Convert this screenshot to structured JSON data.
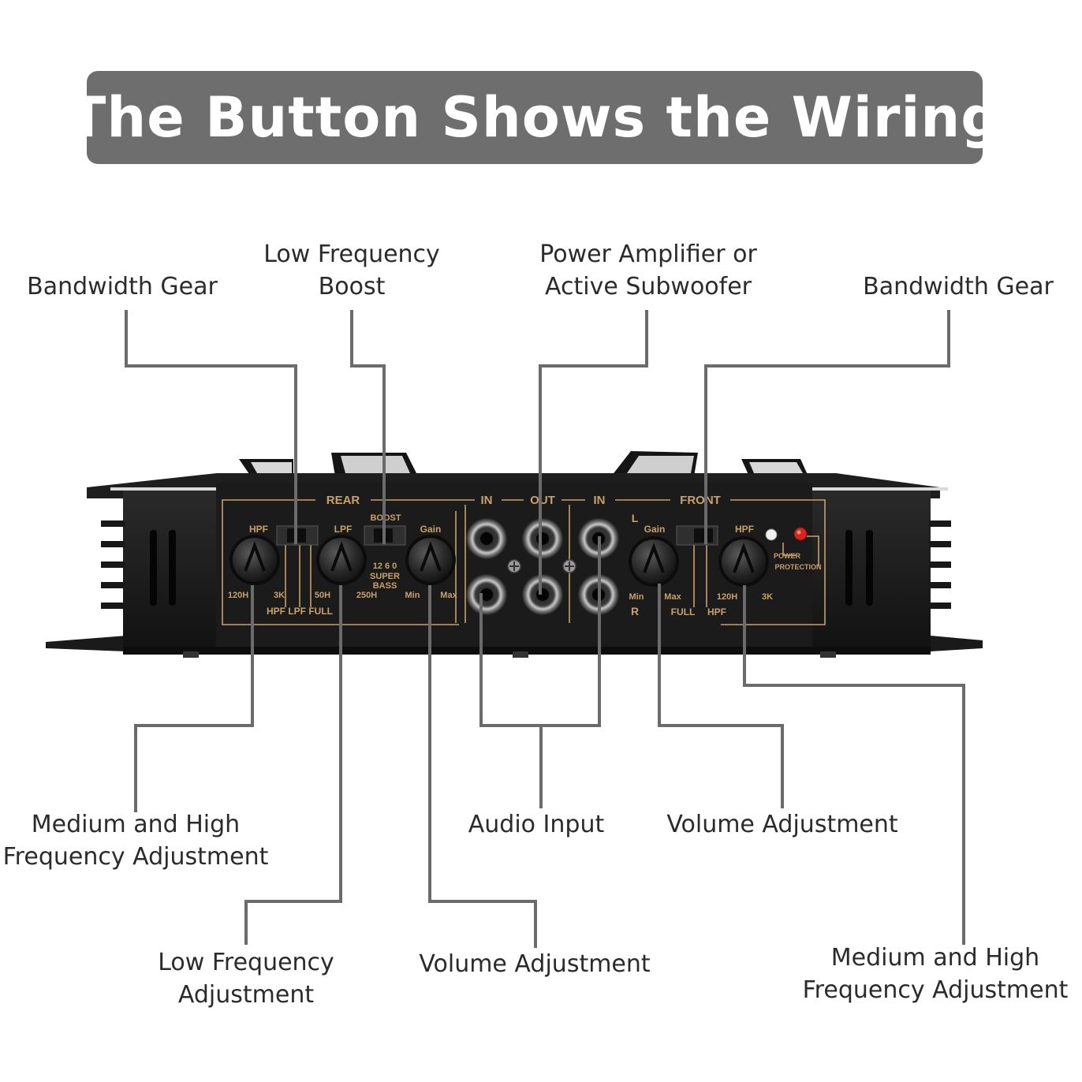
{
  "banner": {
    "title": "The Button Shows the Wiring"
  },
  "callouts": {
    "bandwidth_gear_left": "Bandwidth Gear",
    "low_freq_boost": [
      "Low Frequency",
      "Boost"
    ],
    "power_amp": [
      "Power Amplifier or",
      "Active Subwoofer"
    ],
    "bandwidth_gear_right": "Bandwidth Gear",
    "mid_high_left": [
      "Medium and High",
      "Frequency Adjustment"
    ],
    "audio_input": "Audio Input",
    "volume_right": "Volume Adjustment",
    "low_freq_adj": [
      "Low Frequency",
      "Adjustment"
    ],
    "volume_center": "Volume Adjustment",
    "mid_high_right": [
      "Medium and High",
      "Frequency Adjustment"
    ]
  },
  "panel": {
    "rear": "REAR",
    "in_1": "IN",
    "out": "OUT",
    "in_2": "IN",
    "front": "FRONT",
    "hpf_1": "HPF",
    "lpf": "LPF",
    "boost": "BOOST",
    "gain_1": "Gain",
    "freq_120h_1": "120H",
    "freq_3k_1": "3K",
    "switch_hpf_lpf_full": "HPF LPF FULL",
    "freq_50h": "50H",
    "freq_250h": "250H",
    "boost_levels": "12 6 0",
    "super": "SUPER",
    "bass": "BASS",
    "min_1": "Min",
    "max_1": "Max",
    "ch_l": "L",
    "ch_r": "R",
    "gain_2": "Gain",
    "min_2": "Min",
    "max_2": "Max",
    "full": "FULL",
    "hpf_2": "HPF",
    "hpf_3": "HPF",
    "freq_120h_2": "120H",
    "freq_3k_2": "3K",
    "power": "POWER",
    "protection": "PROTECTION"
  },
  "colors": {
    "banner_bg": "#6e6e6e",
    "leader_line": "#6b6b6b",
    "panel_print": "#c9a06a",
    "protection_led": "#d8261f"
  }
}
